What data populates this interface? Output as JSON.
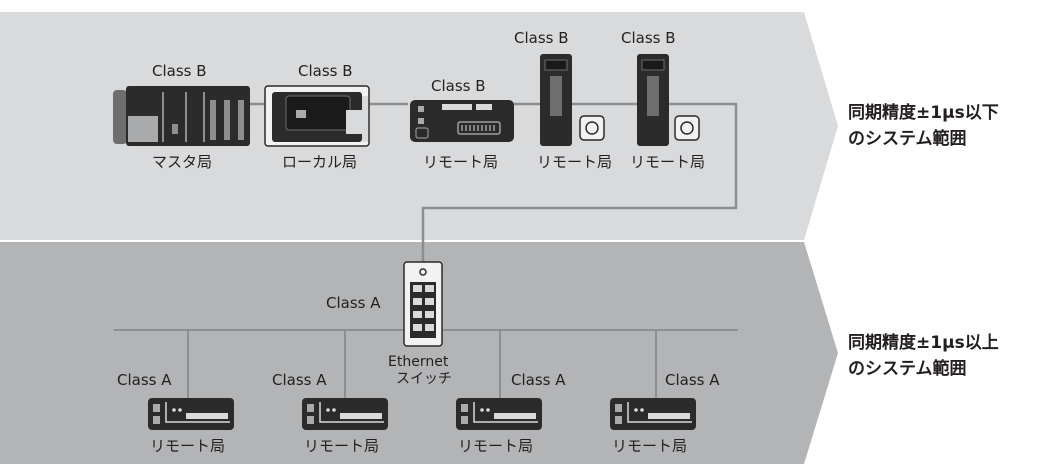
{
  "zones": {
    "upper": {
      "line1": "同期精度±1μs以下",
      "line2": "のシステム範囲"
    },
    "lower": {
      "line1": "同期精度±1μs以上",
      "line2": "のシステム範囲"
    }
  },
  "upper_devices": [
    {
      "class_label": "Class B",
      "station_label": "マスタ局"
    },
    {
      "class_label": "Class B",
      "station_label": "ローカル局"
    },
    {
      "class_label": "Class B",
      "station_label": "リモート局"
    },
    {
      "class_label": "Class B",
      "station_label": "リモート局"
    },
    {
      "class_label": "Class B",
      "station_label": "リモート局"
    }
  ],
  "switch": {
    "class_label": "Class A",
    "name_line1": "Ethernet",
    "name_line2": "スイッチ"
  },
  "lower_devices": [
    {
      "class_label": "Class A",
      "station_label": "リモート局"
    },
    {
      "class_label": "Class A",
      "station_label": "リモート局"
    },
    {
      "class_label": "Class A",
      "station_label": "リモート局"
    },
    {
      "class_label": "Class A",
      "station_label": "リモート局"
    }
  ],
  "colors": {
    "upper_zone": "#d9dadb",
    "lower_zone": "#b2b4b6",
    "line": "#8c8e90",
    "device_dark": "#2b2b2b"
  }
}
